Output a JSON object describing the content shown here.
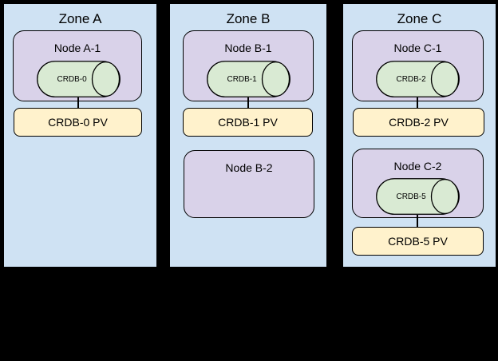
{
  "colors": {
    "background": "#000000",
    "zone_fill": "#cfe2f3",
    "node_fill": "#d9d2e9",
    "pod_fill": "#d9ead3",
    "pv_fill": "#fff2cc",
    "border": "#000000",
    "text": "#000000"
  },
  "zones": [
    {
      "label": "Zone A",
      "nodes": [
        {
          "label": "Node A-1",
          "pod": {
            "label": "CRDB-0"
          },
          "pv": {
            "label": "CRDB-0 PV"
          }
        }
      ]
    },
    {
      "label": "Zone B",
      "nodes": [
        {
          "label": "Node B-1",
          "pod": {
            "label": "CRDB-1"
          },
          "pv": {
            "label": "CRDB-1 PV"
          }
        },
        {
          "label": "Node B-2"
        }
      ]
    },
    {
      "label": "Zone C",
      "nodes": [
        {
          "label": "Node C-1",
          "pod": {
            "label": "CRDB-2"
          },
          "pv": {
            "label": "CRDB-2 PV"
          }
        },
        {
          "label": "Node C-2",
          "pod": {
            "label": "CRDB-5"
          },
          "pv": {
            "label": "CRDB-5 PV"
          }
        }
      ]
    }
  ]
}
